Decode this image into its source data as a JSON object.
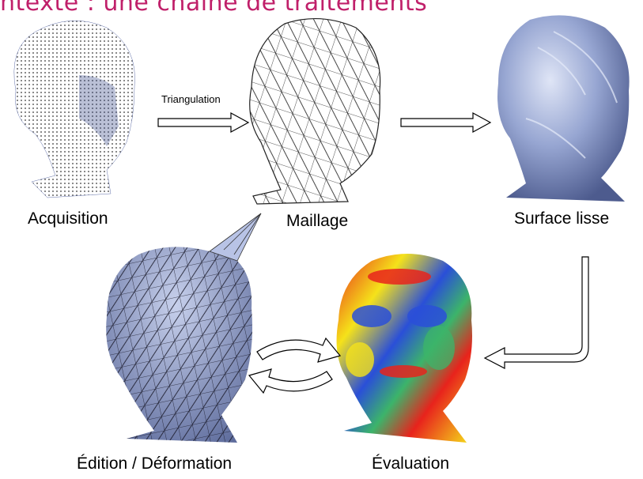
{
  "title": "ntexte : une chaîne de traitements",
  "colors": {
    "title": "#c0206a",
    "mesh_fill": "#8e9cc8",
    "smooth_fill": "#97a6d2",
    "heat_red": "#e8231c",
    "heat_yellow": "#f5e21a",
    "heat_blue": "#2a4fd8",
    "heat_green": "#3cb46a"
  },
  "nodes": {
    "acquisition": {
      "label": "Acquisition",
      "icon": "point-cloud-head-icon"
    },
    "maillage": {
      "label": "Maillage",
      "icon": "wireframe-head-icon"
    },
    "surface": {
      "label": "Surface lisse",
      "icon": "smooth-surface-head-icon"
    },
    "evaluation": {
      "label": "Évaluation",
      "icon": "curvature-heatmap-head-icon"
    },
    "edition": {
      "label": "Édition / Déformation",
      "icon": "deformed-mesh-head-icon"
    }
  },
  "edges": {
    "triangulation": {
      "label": "Triangulation"
    }
  }
}
